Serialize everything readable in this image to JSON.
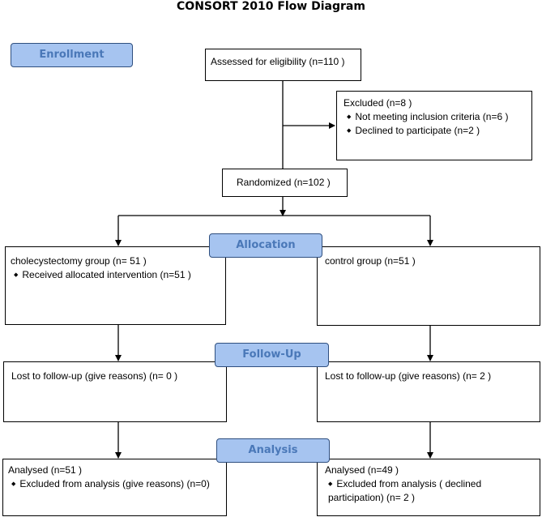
{
  "title": "CONSORT 2010 Flow Diagram",
  "stages": {
    "enrollment": "Enrollment",
    "allocation": "Allocation",
    "follow_up": "Follow-Up",
    "analysis": "Analysis"
  },
  "assessed": "Assessed for eligibility (n=110 )",
  "excluded": {
    "header": "Excluded (n=8 )",
    "items": [
      "Not meeting inclusion criteria (n=6 )",
      "Declined to participate (n=2 )"
    ]
  },
  "randomized": "Randomized (n=102 )",
  "left": {
    "allocation": {
      "header": "cholecystectomy group (n= 51 )",
      "items": [
        "Received allocated intervention (n=51 )"
      ]
    },
    "follow_up": "Lost to follow-up (give reasons) (n= 0 )",
    "analysis": {
      "header": "Analysed (n=51 )",
      "items": [
        "Excluded from analysis (give reasons) (n=0)"
      ]
    }
  },
  "right": {
    "allocation": {
      "header": "control group (n=51 )"
    },
    "follow_up": "Lost to follow-up (give reasons) (n= 2 )",
    "analysis": {
      "header": "Analysed (n=49 )",
      "items": [
        "Excluded from analysis ( declined participation) (n= 2 )"
      ]
    }
  }
}
